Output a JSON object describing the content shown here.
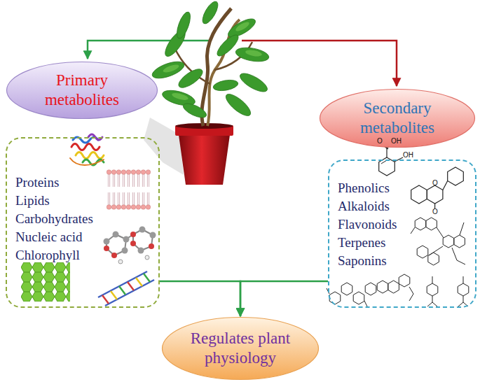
{
  "diagram": {
    "nodes": [
      {
        "text": [
          "Primary metabolites"
        ]
      },
      {
        "text": [
          "Proteins",
          "Lipids",
          "Carbohydrates",
          "Nucleic acid",
          "Chlorophyll"
        ]
      },
      {
        "text": [
          "Secondary metabolites"
        ]
      },
      {
        "text": [
          "Phenolics",
          "Alkaloids",
          "Flavonoids",
          "Terpenes",
          "Saponins"
        ]
      },
      {
        "text": [
          "Regulates plant physiology"
        ]
      }
    ],
    "edges": [
      {
        "from": 1,
        "to": 4,
        "arrow": "to"
      },
      {
        "from": 3,
        "to": 4,
        "arrow": "to"
      }
    ],
    "labels": [
      "O",
      "OH",
      "OH",
      "O",
      "O"
    ]
  }
}
